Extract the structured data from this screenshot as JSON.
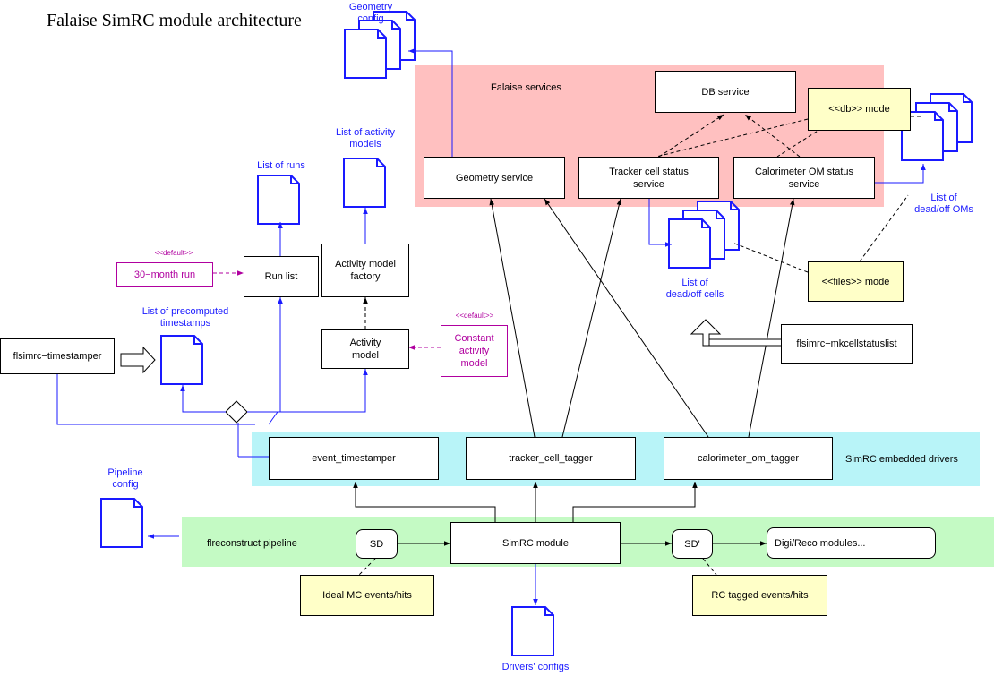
{
  "title": "Falaise SimRC module architecture",
  "colors": {
    "services_region": "#ffc0c0",
    "drivers_region": "#b8f4f8",
    "pipeline_region": "#c4fac4",
    "note_fill": "#ffffc8",
    "file_icon": "#1a1aff",
    "default_accent": "#b0009f"
  },
  "regions": {
    "services": "Falaise services",
    "drivers": "SimRC embedded drivers",
    "pipeline": "flreconstruct pipeline"
  },
  "boxes": {
    "db_service": "DB service",
    "db_mode": "<<db>> mode",
    "geometry_service": "Geometry service",
    "tracker_cell_status_service": "Tracker cell status\nservice",
    "calorimeter_om_status_service": "Calorimeter OM status\nservice",
    "run_list": "Run list",
    "activity_model_factory": "Activity model\nfactory",
    "activity_model": "Activity\nmodel",
    "timestamper_tool": "flsimrc−timestamper",
    "mkcellstatuslist_tool": "flsimrc−mkcellstatuslist",
    "files_mode": "<<files>> mode",
    "event_timestamper": "event_timestamper",
    "tracker_cell_tagger": "tracker_cell_tagger",
    "calorimeter_om_tagger": "calorimeter_om_tagger",
    "sd": "SD",
    "simrc_module": "SimRC module",
    "sd_prime": "SD'",
    "digi_reco_modules": "Digi/Reco modules...",
    "ideal_mc_events": "Ideal MC events/hits",
    "rc_tagged_events": "RC tagged events/hits",
    "thirty_month_run": "30−month run",
    "constant_activity_model": "Constant\nactivity\nmodel"
  },
  "labels": {
    "geometry_config": "Geometry\nconfig",
    "list_of_activity_models": "List of activity\nmodels",
    "list_of_runs": "List of runs",
    "list_of_precomputed_timestamps": "List of precomputed\ntimestamps",
    "list_of_dead_off_oms": "List of\ndead/off OMs",
    "list_of_dead_off_cells": "List of\ndead/off cells",
    "pipeline_config": "Pipeline\nconfig",
    "drivers_configs": "Drivers' configs",
    "default_tag_run": "<<default>>",
    "default_tag_activity": "<<default>>"
  }
}
